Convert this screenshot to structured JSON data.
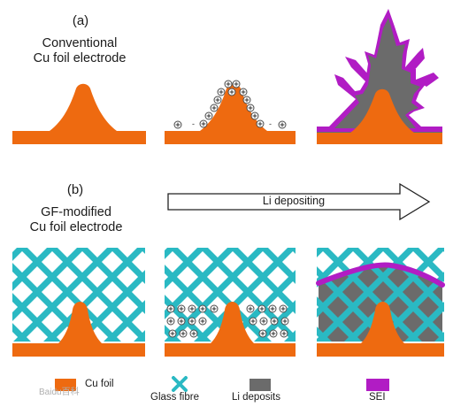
{
  "part_a": {
    "label": "(a)",
    "title_line1": "Conventional",
    "title_line2": "Cu foil electrode"
  },
  "part_b": {
    "label": "(b)",
    "title_line1": "GF-modified",
    "title_line2": "Cu foil electrode"
  },
  "arrow": {
    "label": "Li depositing"
  },
  "charge_symbol": "+",
  "legend": [
    {
      "key": "cu_foil",
      "label": "Cu foil",
      "color": "#ee6a10"
    },
    {
      "key": "glass_fibre",
      "label": "Glass fibre",
      "color": "#2ab9c3"
    },
    {
      "key": "li_deposits",
      "label": "Li deposits",
      "color": "#6b6b6b"
    },
    {
      "key": "sei",
      "label": "SEI",
      "color": "#b11cc4"
    }
  ],
  "watermark": "Baidu百科"
}
